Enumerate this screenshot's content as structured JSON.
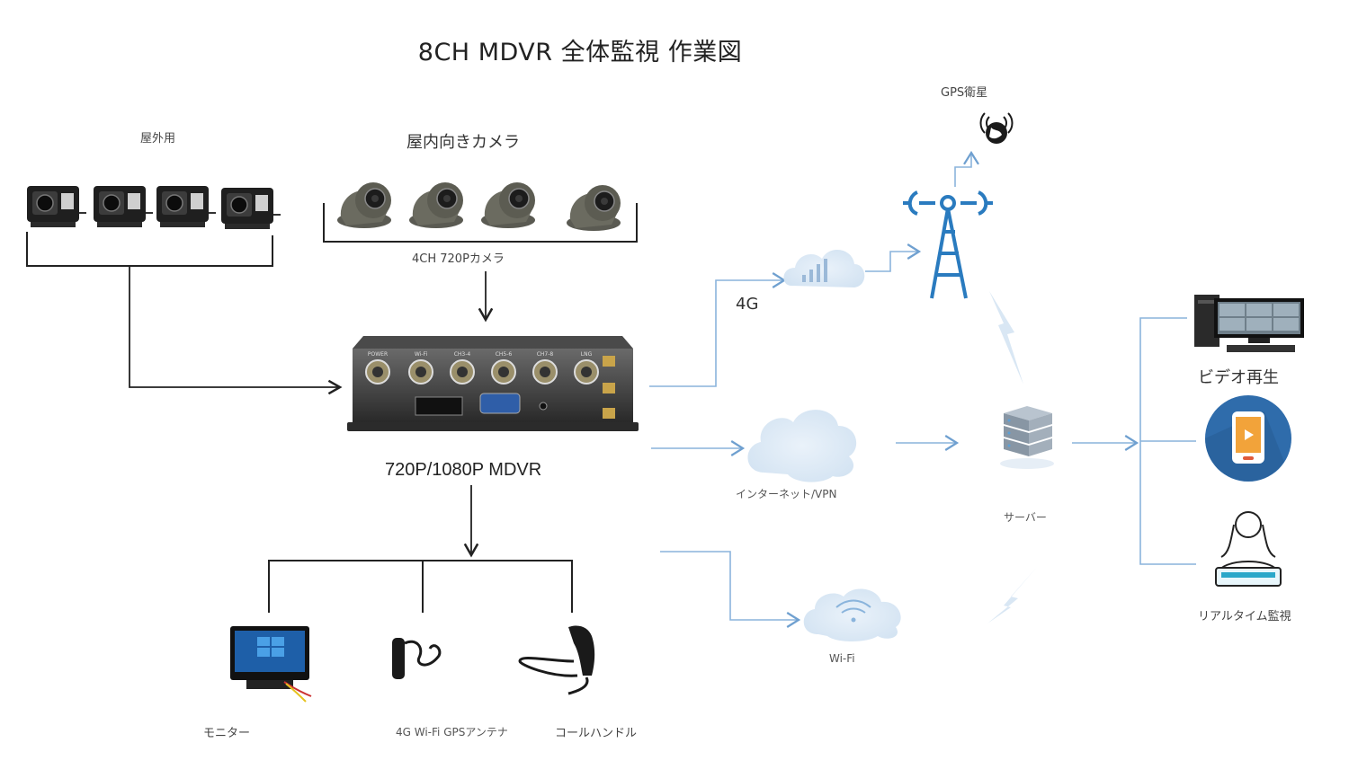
{
  "title": "8CH MDVR 全体監視 作業図",
  "labels": {
    "outdoor": "屋外用",
    "indoor": "屋内向きカメラ",
    "cam4ch": "4CH 720Pカメラ",
    "mdvr": "720P/1080P MDVR",
    "monitor": "モニター",
    "antenna": "4G Wi-Fi GPSアンテナ",
    "callhandle": "コールハンドル",
    "gps": "GPS衛星",
    "net4g": "4G",
    "internet": "インターネット/VPN",
    "wifi": "Wi-Fi",
    "server": "サーバー",
    "playback": "ビデオ再生",
    "realtime": "リアルタイム監視"
  },
  "mdvr_ports": [
    "POWER",
    "Wi-Fi",
    "CH3-4",
    "CH5-6",
    "CH7-8",
    "LNG"
  ],
  "colors": {
    "line": "#222222",
    "net": "#8ab4dc",
    "tower": "#2a7bbf",
    "cloud": "#dbe8f4"
  }
}
